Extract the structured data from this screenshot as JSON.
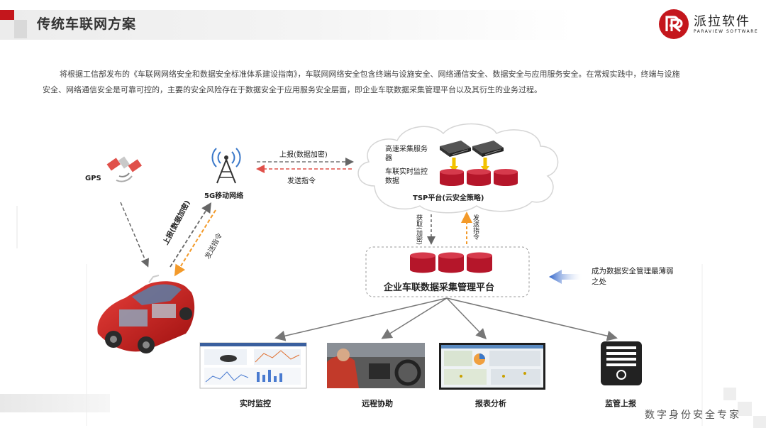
{
  "header": {
    "title": "传统车联网方案",
    "logo_cn": "派拉软件",
    "logo_en": "PARAVIEW SOFTWARE"
  },
  "intro": "将根据工信部发布的《车联网网络安全和数据安全标准体系建设指南》，车联网网络安全包含终端与设施安全、网络通信安全、数据安全与应用服务安全。在常规实践中，终端与设施安全、网络通信安全是可靠可控的，主要的安全风险存在于数据安全于应用服务安全层面，即企业车联数据采集管理平台以及其衍生的业务过程。",
  "diagram": {
    "gps": "GPS",
    "network": "5G移动网络",
    "report_encrypted": "上报(数据加密)",
    "send_command": "发送指令",
    "car_report": "上报(数据加密)",
    "car_command": "发送指令",
    "server_label": "高速采集服务器",
    "realtime_data": "车联实时监控数据",
    "tsp": "TSP平台(云安全策略)",
    "fetch_encrypted": "获取(加密)",
    "send_command_down": "发送指令",
    "platform": "企业车联数据采集管理平台",
    "weak_point": "成为数据安全管理最薄弱之处",
    "apps": [
      "实时监控",
      "远程协助",
      "报表分析",
      "监管上报"
    ]
  },
  "footer": "数字身份安全专家",
  "colors": {
    "brand_red": "#c4161c",
    "arrow_orange": "#f39a2a",
    "arrow_gray": "#666666",
    "arrow_blue": "#4a7bd0"
  }
}
